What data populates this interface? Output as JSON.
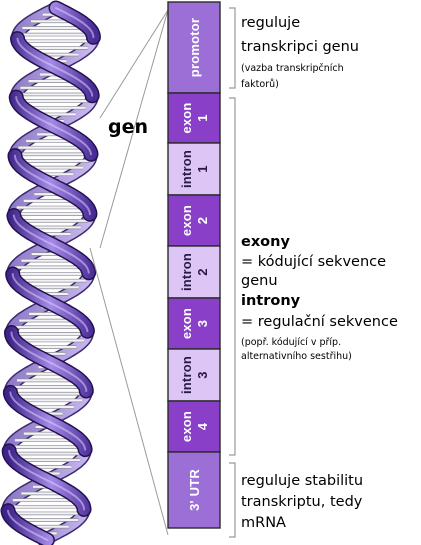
{
  "gene_label": "gen",
  "segments": [
    {
      "id": "promotor",
      "line1": "promotor",
      "line2": "",
      "color": "#9b6fd6"
    },
    {
      "id": "exon-1",
      "line1": "exon",
      "line2": "1",
      "color": "#8a3fc9"
    },
    {
      "id": "intron-1",
      "line1": "intron",
      "line2": "1",
      "color": "#ddc5f5"
    },
    {
      "id": "exon-2",
      "line1": "exon",
      "line2": "2",
      "color": "#8a3fc9"
    },
    {
      "id": "intron-2",
      "line1": "intron",
      "line2": "2",
      "color": "#ddc5f5"
    },
    {
      "id": "exon-3",
      "line1": "exon",
      "line2": "3",
      "color": "#8a3fc9"
    },
    {
      "id": "intron-3",
      "line1": "intron",
      "line2": "3",
      "color": "#ddc5f5"
    },
    {
      "id": "exon-4",
      "line1": "exon",
      "line2": "4",
      "color": "#8a3fc9"
    },
    {
      "id": "utr",
      "line1": "3' UTR",
      "line2": "",
      "color": "#9b6fd6"
    }
  ],
  "promotor_note": {
    "line1": "reguluje",
    "line2": "transkripci genu",
    "small1": "(vazba transkripčních",
    "small2": "faktorů)"
  },
  "middle_note": {
    "exony": "exony",
    "exony_desc1": "= kódující sekvence",
    "exony_desc2": "genu",
    "introny": "introny",
    "introny_desc": "= regulační sekvence",
    "small1": "(popř. kódující v příp.",
    "small2": "alternativního sestřihu)"
  },
  "utr_note": {
    "line1": "reguluje stabilitu",
    "line2": "transkriptu, tedy",
    "line3": "mRNA"
  },
  "colors": {
    "strand_dark": "#5b34a8",
    "strand_light": "#b9a0ea",
    "rung": "#e8e8ec",
    "bracket": "#9a9a9a"
  }
}
